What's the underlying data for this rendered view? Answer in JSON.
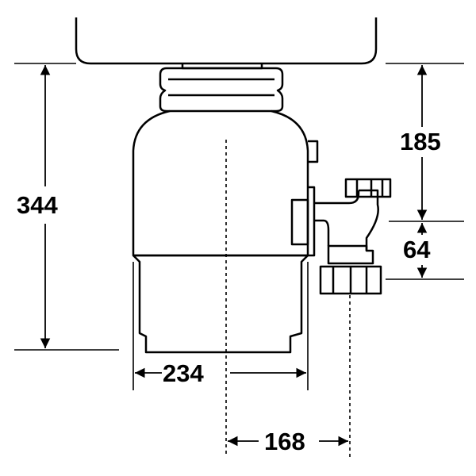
{
  "dimensions": {
    "height_total": "344",
    "height_upper": "185",
    "outlet_offset": "64",
    "body_width": "234",
    "outlet_distance": "168"
  },
  "colors": {
    "stroke": "#000000",
    "background": "#ffffff",
    "inner_line": "#888888"
  }
}
